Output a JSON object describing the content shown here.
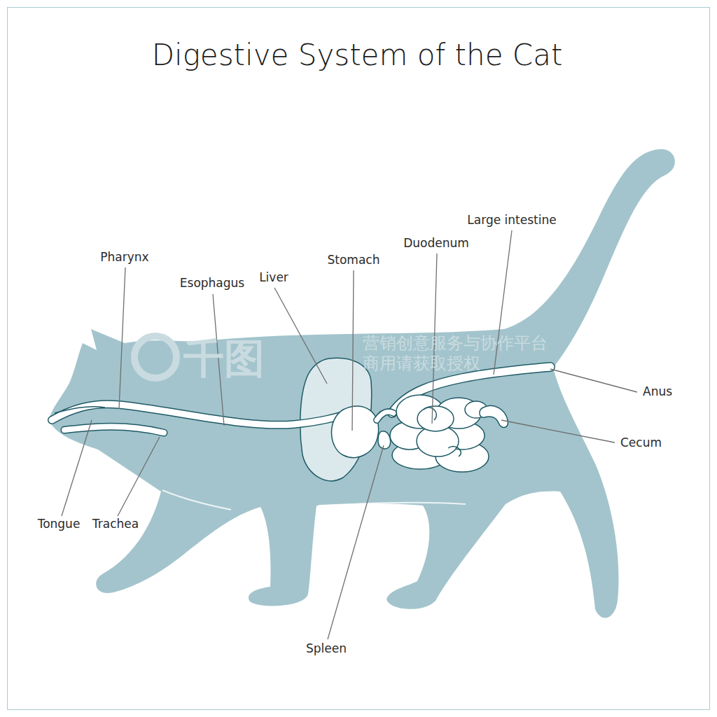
{
  "diagram": {
    "title": "Digestive System of the Cat",
    "labels": [
      "Pharynx",
      "Esophagus",
      "Liver",
      "Stomach",
      "Duodenum",
      "Large intestine",
      "Anus",
      "Cecum",
      "Tongue",
      "Trachea",
      "Spleen",
      "千图",
      "营销创意服务与协作平台",
      "商用请获取授权"
    ]
  }
}
